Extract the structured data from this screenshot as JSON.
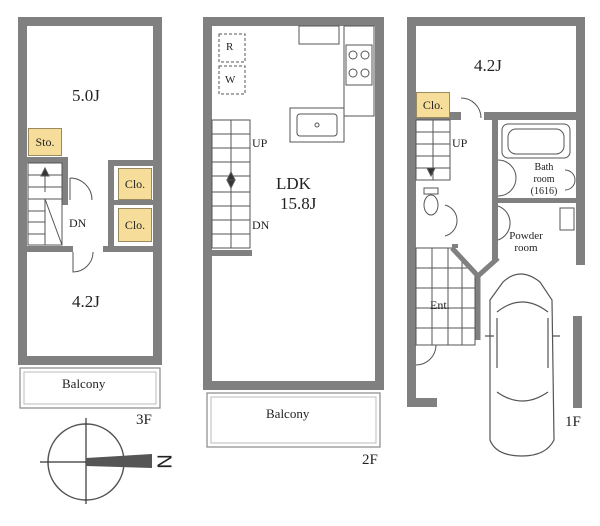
{
  "floors": {
    "third": {
      "label": "3F",
      "rooms": {
        "top": "5.0J",
        "bottom": "4.2J"
      },
      "storage": "Sto.",
      "closet_upper": "Clo.",
      "closet_lower": "Clo.",
      "stair": "DN",
      "balcony": "Balcony"
    },
    "second": {
      "label": "2F",
      "ldk_name": "LDK",
      "ldk_size": "15.8J",
      "refrigerator": "R",
      "washer": "W",
      "stair_up": "UP",
      "stair_down": "DN",
      "balcony": "Balcony"
    },
    "first": {
      "label": "1F",
      "room": "4.2J",
      "closet": "Clo.",
      "stair": "UP",
      "bath_line1": "Bath",
      "bath_line2": "room",
      "bath_line3": "(1616)",
      "powder_line1": "Powder",
      "powder_line2": "room",
      "entrance": "Ent."
    }
  },
  "compass": {
    "letter": "N"
  },
  "colors": {
    "wall": "#808080",
    "storage": "#f6dd9a",
    "line": "#555555"
  }
}
